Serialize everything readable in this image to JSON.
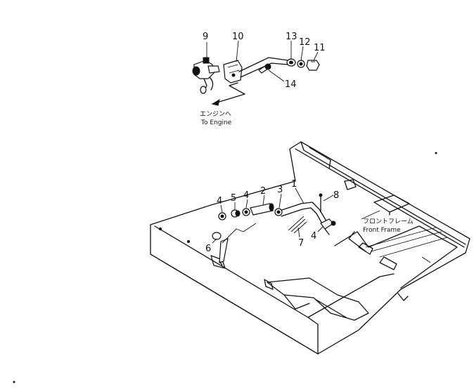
{
  "labels": {
    "p1": "1",
    "p2": "2",
    "p3": "3",
    "p4a": "4",
    "p4b": "4",
    "p4c": "4",
    "p5": "5",
    "p6": "6",
    "p7": "7",
    "p8": "8",
    "p9": "9",
    "p10": "10",
    "p11": "11",
    "p12": "12",
    "p13": "13",
    "p14": "14"
  },
  "notes": {
    "engine_jp": "エンジンへ",
    "engine_en": "To Engine",
    "frame_jp": "フロントフレーム",
    "frame_en": "Front Frame"
  }
}
